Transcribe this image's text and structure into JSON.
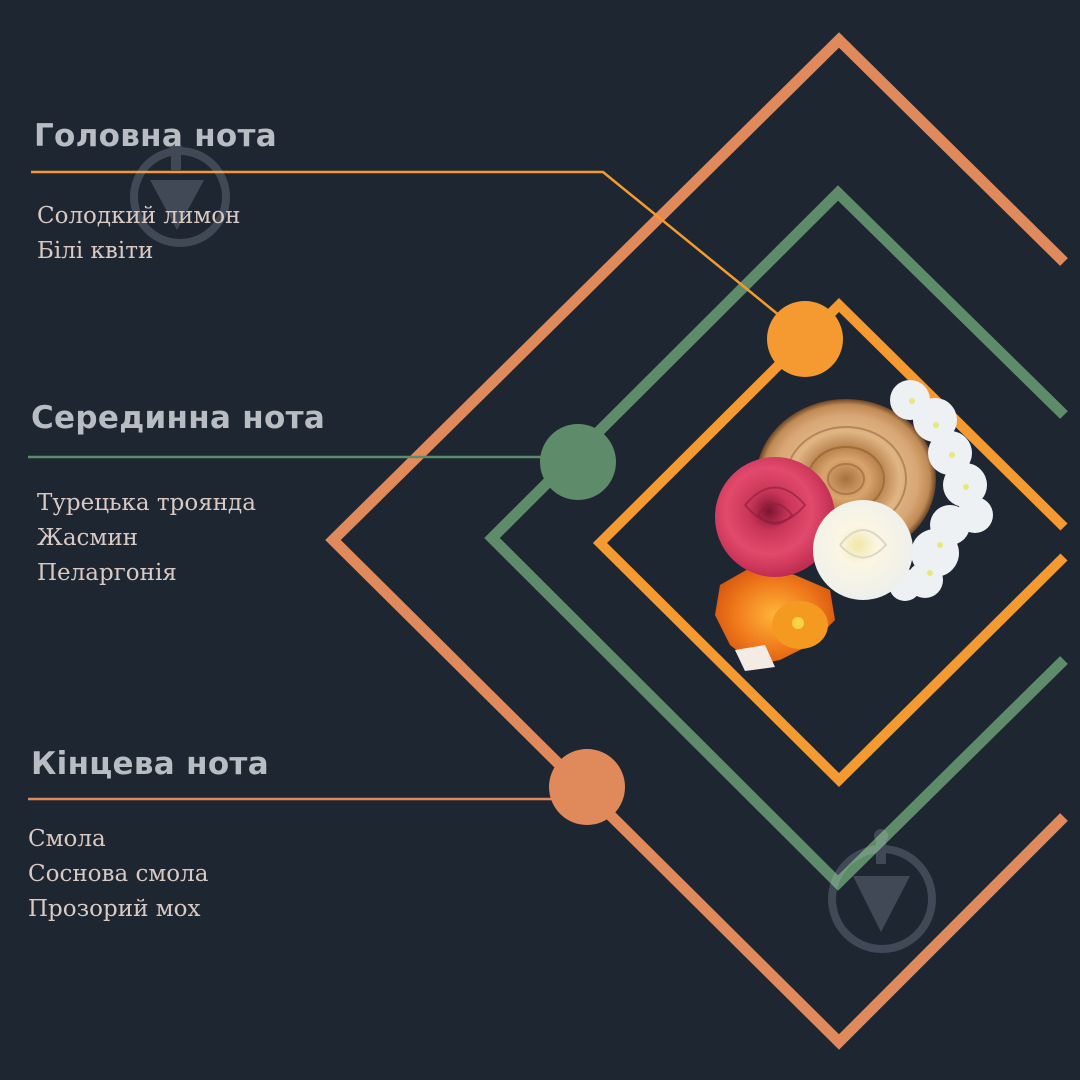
{
  "colors": {
    "background": "#1e2632",
    "outer_orange": "#e08a5c",
    "green": "#5e8c6a",
    "inner_orange": "#f49a30",
    "title_text": "#b8bdc3",
    "note_text": "#d9c9c3"
  },
  "sections": [
    {
      "title": "Головна нота",
      "accent": "inner_orange",
      "notes": [
        "Солодкий лимон",
        "Білі квіти"
      ]
    },
    {
      "title": "Серединна нота",
      "accent": "green",
      "notes": [
        "Турецька троянда",
        "Жасмин",
        "Пеларгонія"
      ]
    },
    {
      "title": "Кінцева нота",
      "accent": "outer_orange",
      "notes": [
        "Смола",
        "Соснова смола",
        "Прозорий мох"
      ]
    }
  ],
  "illustration": {
    "items": [
      "wood-slice",
      "pink-rose",
      "white-rose",
      "white-jasmine-flowers",
      "amber-resin"
    ]
  },
  "watermark_icons": [
    "download-arrow-icon",
    "download-arrow-icon"
  ]
}
